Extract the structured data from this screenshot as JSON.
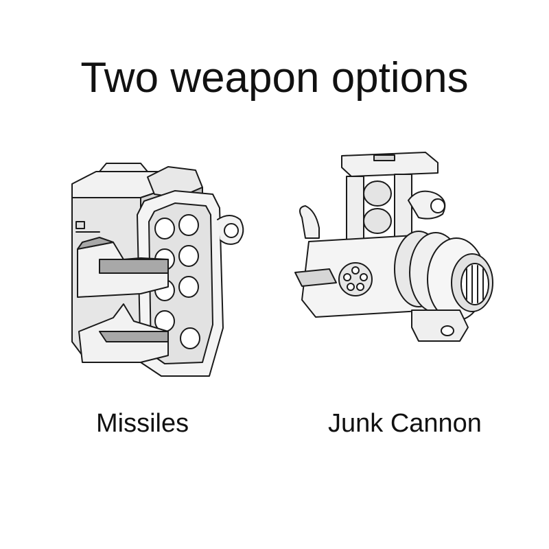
{
  "title": "Two weapon options",
  "weapons": [
    {
      "label": "Missiles",
      "icon": "missile-pod-icon"
    },
    {
      "label": "Junk Cannon",
      "icon": "junk-cannon-icon"
    }
  ],
  "colors": {
    "background": "#ffffff",
    "model_light": "#f2f2f2",
    "model_mid": "#d6d6d6",
    "model_dark": "#a8a8a8",
    "outline": "#1a1a1a",
    "text": "#111111"
  }
}
